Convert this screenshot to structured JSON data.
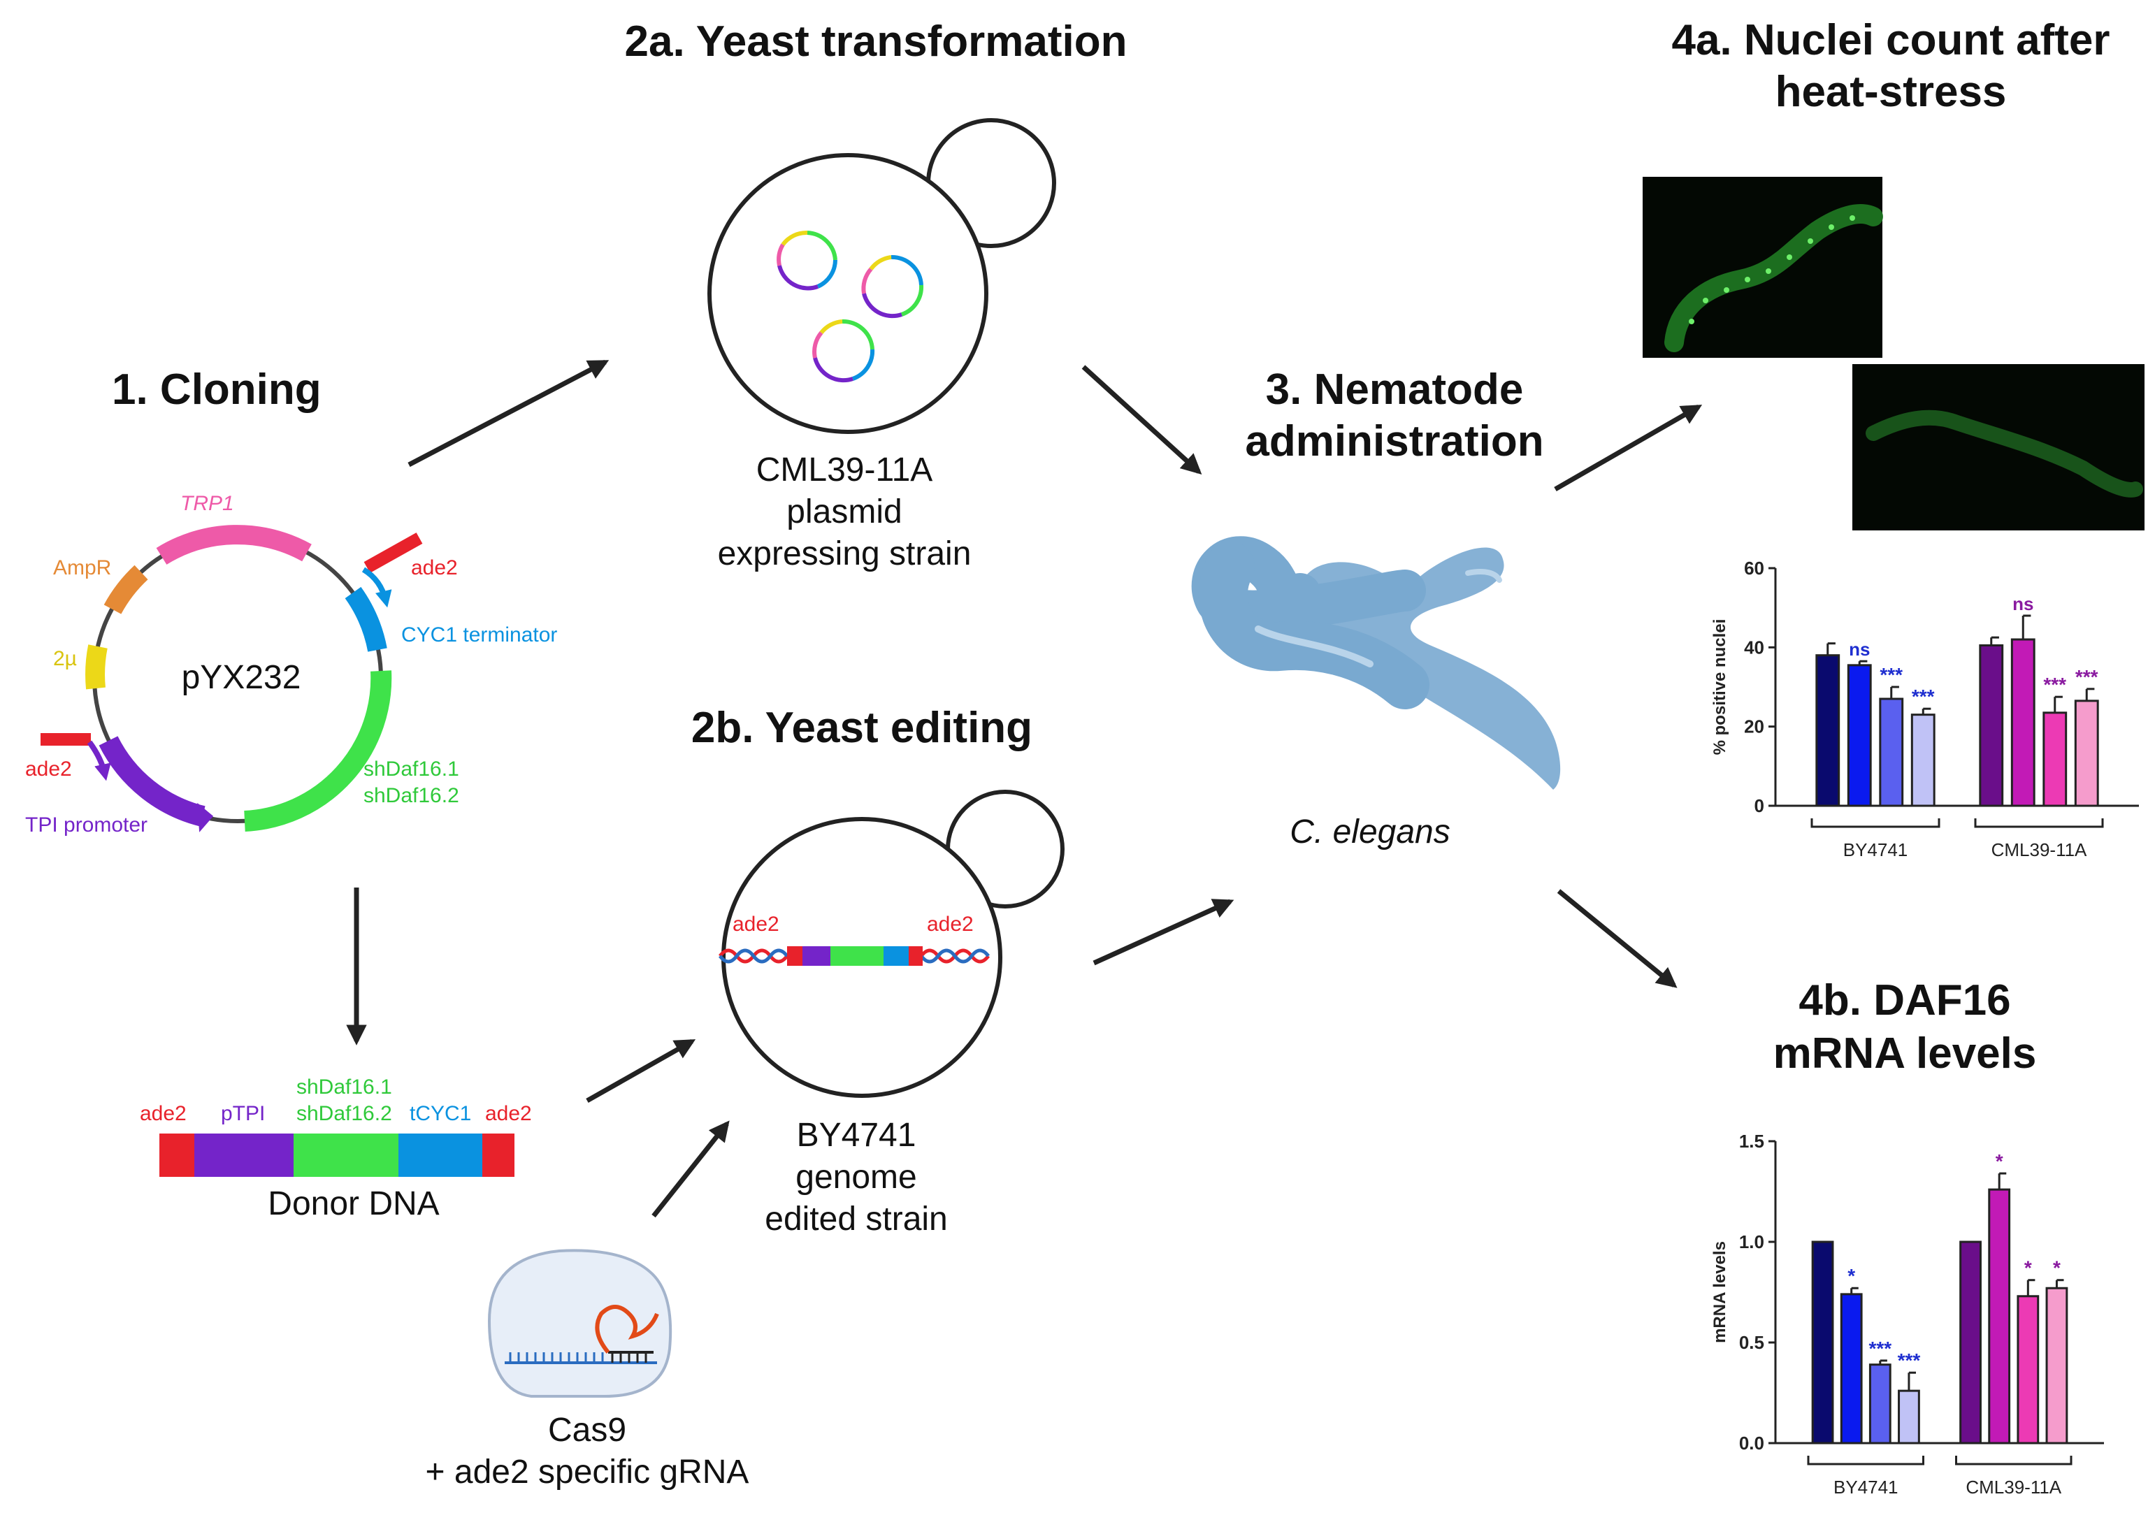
{
  "colors": {
    "red": "#e8222b",
    "purple": "#7424c9",
    "green": "#3fe24a",
    "blue": "#0a92e0",
    "pink": "#ee5aa8",
    "orange": "#e58a36",
    "yellow": "#ecd818",
    "worm": "#79a9d0",
    "label_green": "#2fc93a"
  },
  "cloning": {
    "title": "1.  Cloning",
    "plasmid_name": "pYX232",
    "features": {
      "trp1": "TRP1",
      "ampr": "AmpR",
      "two_mu": "2µ",
      "ade2_top": "ade2",
      "ade2_bottom": "ade2",
      "cyc1_terminator": "CYC1 terminator",
      "sh1": "shDaf16.1",
      "sh2": "shDaf16.2",
      "tpi_promoter": "TPI promoter"
    }
  },
  "donor": {
    "caption": "Donor DNA",
    "ade2_left": "ade2",
    "ptpi": "pTPI",
    "sh1": "shDaf16.1",
    "sh2": "shDaf16.2",
    "tcyc1": "tCYC1",
    "ade2_right": "ade2"
  },
  "step2a": {
    "title": "2a. Yeast transformation",
    "caption": [
      "CML39-11A",
      "plasmid",
      "expressing strain"
    ]
  },
  "step2b": {
    "title": "2b. Yeast editing",
    "ade2_left": "ade2",
    "ade2_right": "ade2",
    "caption": [
      "BY4741",
      "genome",
      "edited strain"
    ]
  },
  "cas9": {
    "caption": [
      "Cas9",
      "+ ade2 specific gRNA"
    ]
  },
  "step3": {
    "title": [
      "3. Nematode",
      "administration"
    ],
    "organism": "C. elegans"
  },
  "step4a": {
    "title": [
      "4a. Nuclei count after",
      "heat-stress"
    ]
  },
  "step4b": {
    "title": [
      "4b. DAF16",
      "mRNA levels"
    ]
  },
  "chart_data": [
    {
      "type": "bar",
      "title": "",
      "ylabel": "% positive nuclei",
      "ylim": [
        0,
        60
      ],
      "yticks": [
        0,
        20,
        40,
        60
      ],
      "groups": [
        {
          "name": "BY4741",
          "values": [
            38,
            35.5,
            27,
            23
          ],
          "errors": [
            3,
            1,
            3,
            1.5
          ],
          "sig": [
            "",
            "ns",
            "***",
            "***"
          ],
          "sig_color": "#1f2fd0"
        },
        {
          "name": "CML39-11A",
          "values": [
            40.5,
            42,
            23.5,
            26.5
          ],
          "errors": [
            2,
            6,
            4,
            3
          ],
          "sig": [
            "",
            "ns",
            "***",
            "***"
          ],
          "sig_color": "#8a1aa0"
        }
      ],
      "bar_colors": [
        "#0a0a6e",
        "#0a1aef",
        "#5a60ef",
        "#c0c2f6",
        "#6a0e8a",
        "#c21ab6",
        "#ec3ab4",
        "#f59ccc"
      ]
    },
    {
      "type": "bar",
      "title": "",
      "ylabel": "mRNA levels",
      "ylim": [
        0,
        1.5
      ],
      "yticks": [
        0.0,
        0.5,
        1.0,
        1.5
      ],
      "yticklabels": [
        "0.0",
        "0.5",
        "1.0",
        "1.5"
      ],
      "groups": [
        {
          "name": "BY4741",
          "values": [
            1.0,
            0.74,
            0.39,
            0.26
          ],
          "errors": [
            0,
            0.03,
            0.02,
            0.09
          ],
          "sig": [
            "",
            "*",
            "***",
            "***"
          ],
          "sig_color": "#1f2fd0"
        },
        {
          "name": "CML39-11A",
          "values": [
            1.0,
            1.26,
            0.73,
            0.77
          ],
          "errors": [
            0,
            0.08,
            0.08,
            0.04
          ],
          "sig": [
            "",
            "*",
            "*",
            "*"
          ],
          "sig_color": "#8a1aa0"
        }
      ],
      "bar_colors": [
        "#0a0a6e",
        "#0a1aef",
        "#5a60ef",
        "#c0c2f6",
        "#6a0e8a",
        "#c21ab6",
        "#ec3ab4",
        "#f59ccc"
      ]
    }
  ]
}
